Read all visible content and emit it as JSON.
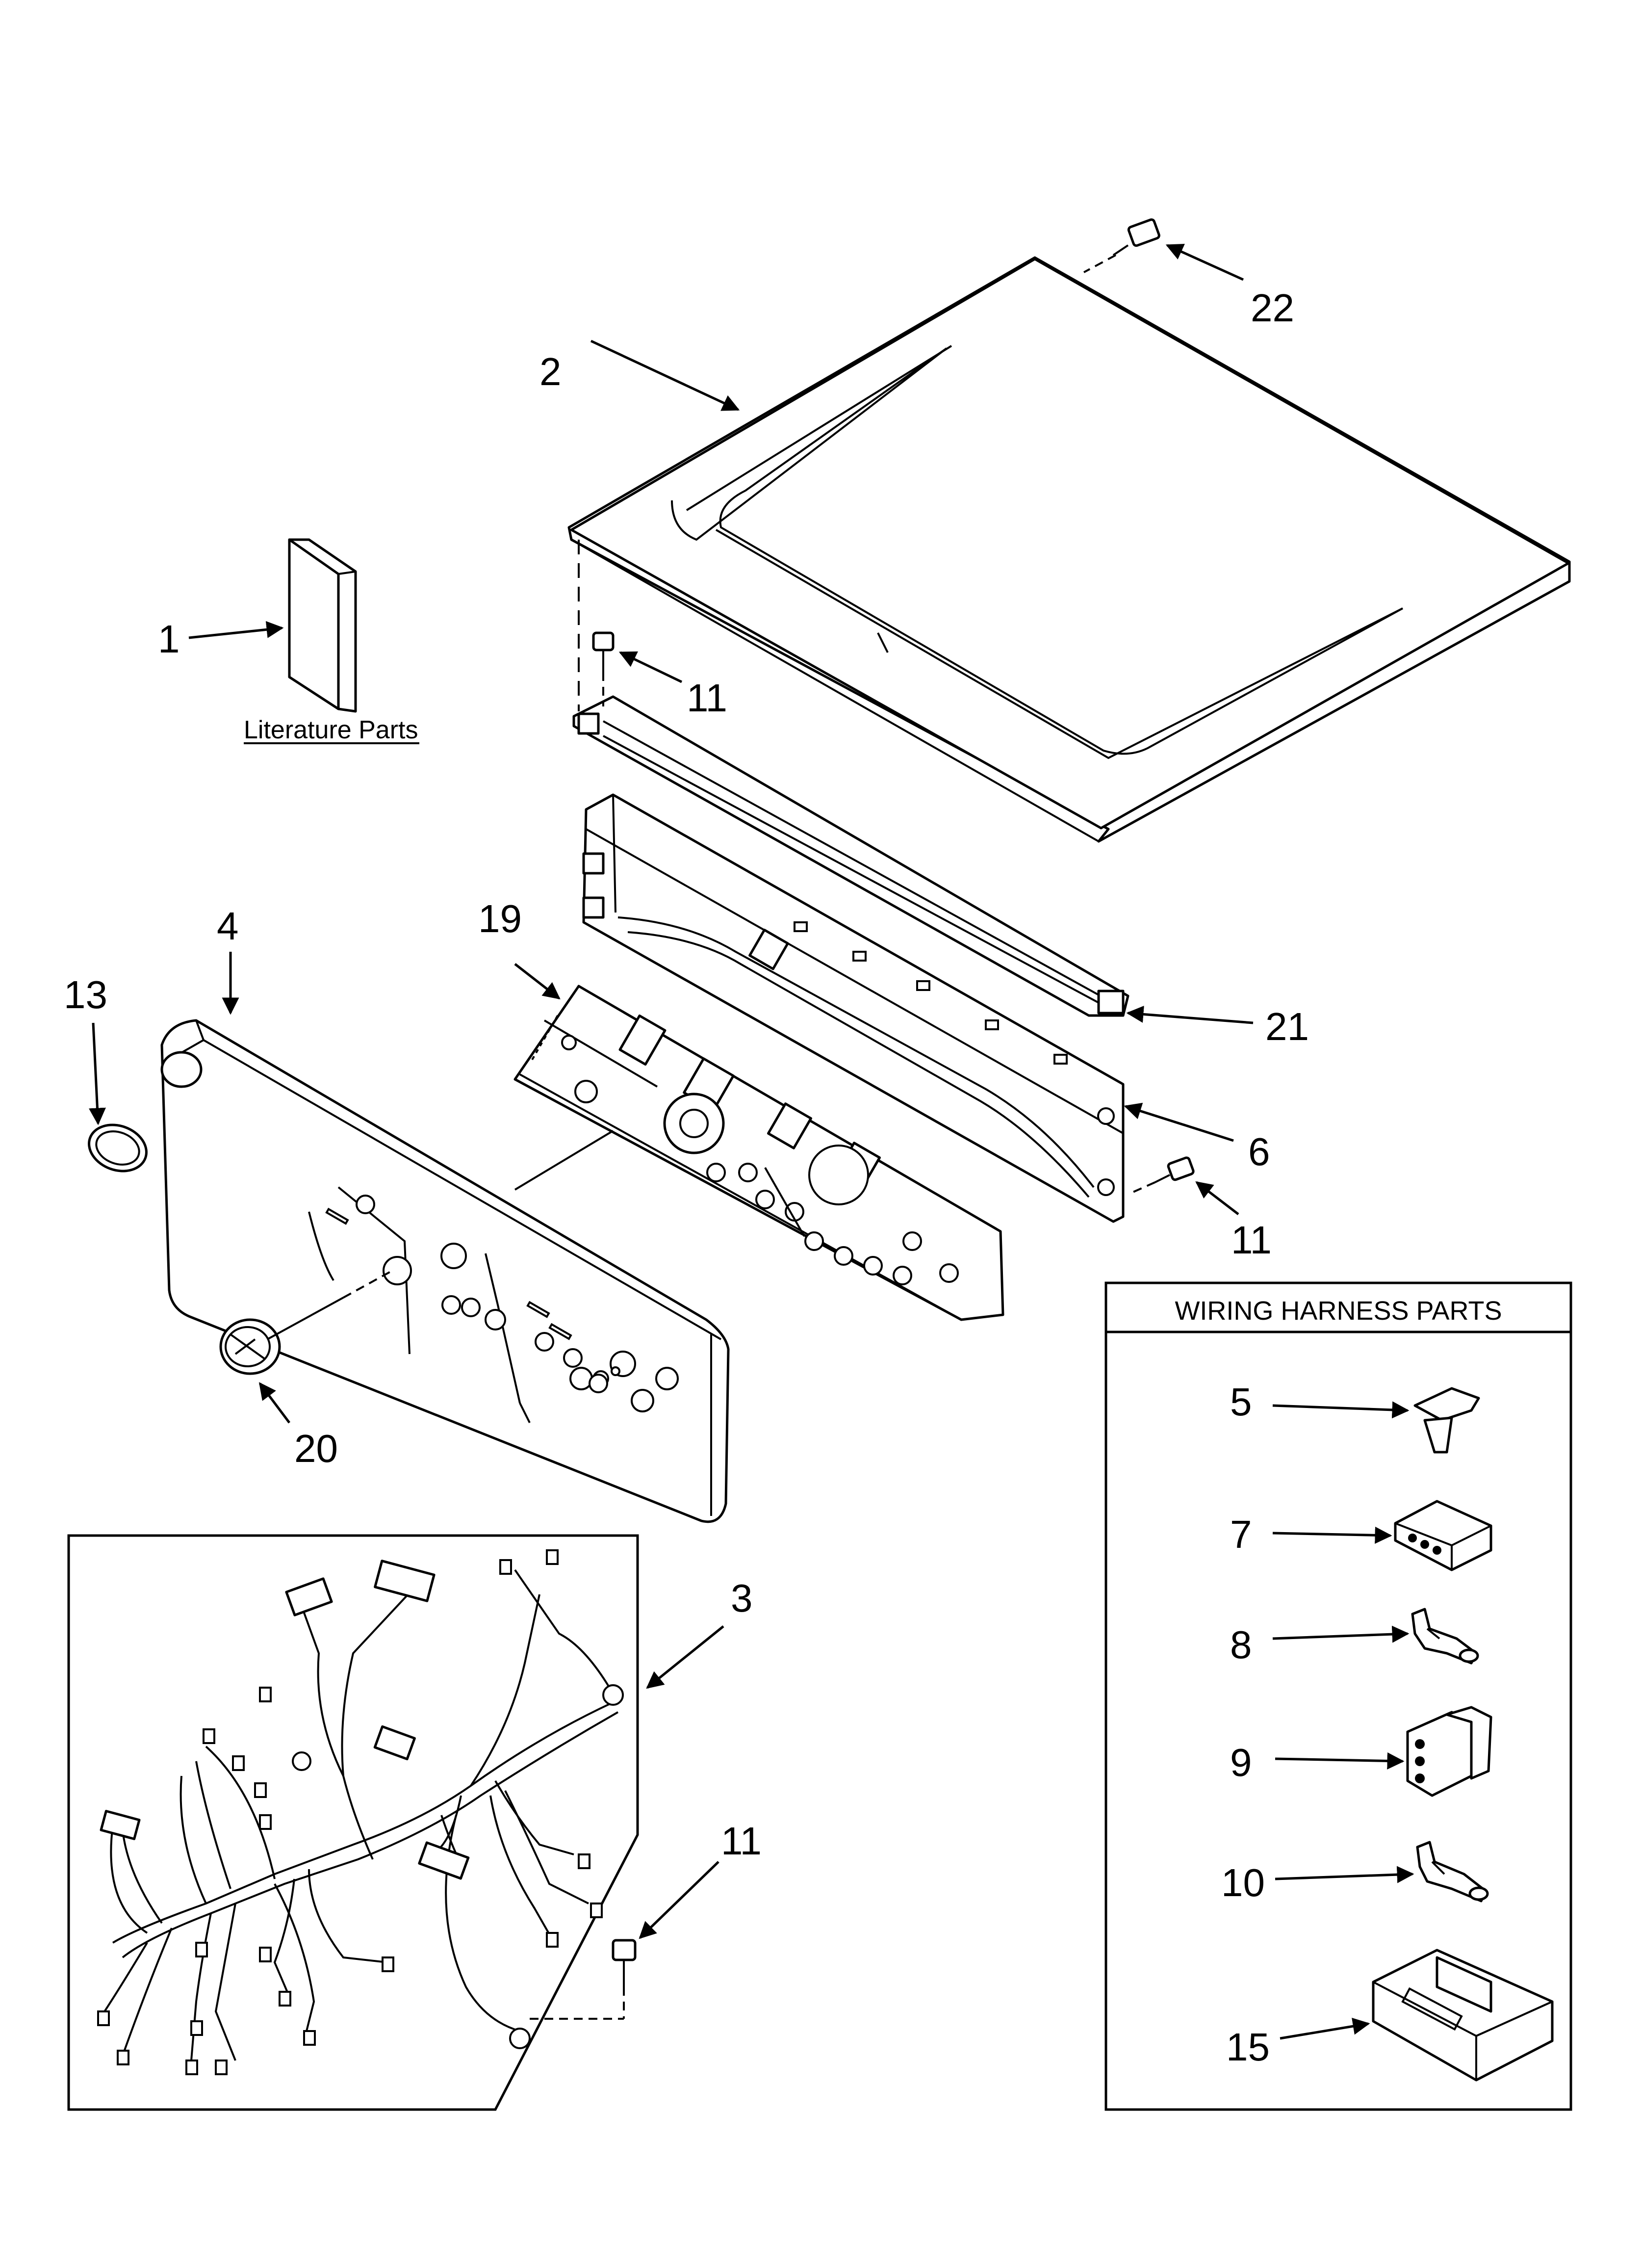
{
  "literature_caption": "Literature Parts",
  "wiring_box_title": "WIRING HARNESS PARTS",
  "callouts": {
    "c1": "1",
    "c2": "2",
    "c3": "3",
    "c4": "4",
    "c5": "5",
    "c6": "6",
    "c7": "7",
    "c8": "8",
    "c9": "9",
    "c10": "10",
    "c11a": "11",
    "c11b": "11",
    "c11c": "11",
    "c13": "13",
    "c15": "15",
    "c19": "19",
    "c20": "20",
    "c21": "21",
    "c22": "22"
  }
}
